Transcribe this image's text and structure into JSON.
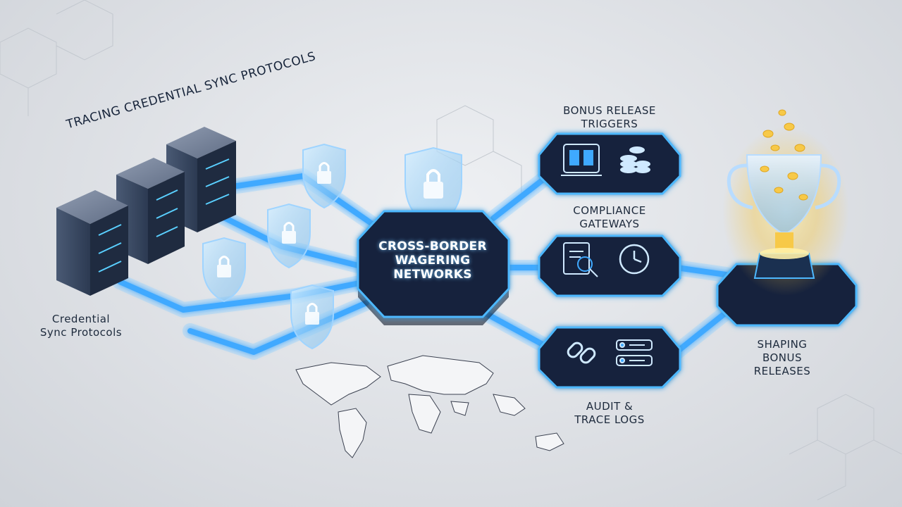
{
  "title": "Tracing Credential Sync Protocols",
  "hub": {
    "lines": [
      "Cross-Border",
      "Wagering",
      "Networks"
    ]
  },
  "nodes": {
    "bonus_release": {
      "lines": [
        "Bonus Release",
        "Triggers"
      ],
      "icons": [
        "slot-machine-icon",
        "coin-stack-icon"
      ]
    },
    "compliance": {
      "lines": [
        "Compliance",
        "Gateways"
      ],
      "icons": [
        "document-magnifier-icon",
        "clock-icon"
      ]
    },
    "audit": {
      "lines": [
        "Audit &",
        "Trace Logs"
      ],
      "icons": [
        "chain-link-icon",
        "log-entries-icon"
      ]
    },
    "credential_sync": {
      "lines": [
        "Credential",
        "Sync Protocols"
      ]
    },
    "shaping": {
      "lines": [
        "Shaping",
        "Bonus",
        "Releases"
      ],
      "icons": [
        "trophy-icon"
      ]
    }
  },
  "icons": {
    "security": "padlock-shield-icon",
    "servers": "server-rack-icon",
    "map": "world-map-icon"
  },
  "colors": {
    "glow": "#3fa9ff",
    "node_fill": "#13233d",
    "hub_fill": "#102038",
    "text_dark": "#1d2a3c",
    "accent_gold": "#f7c948"
  }
}
